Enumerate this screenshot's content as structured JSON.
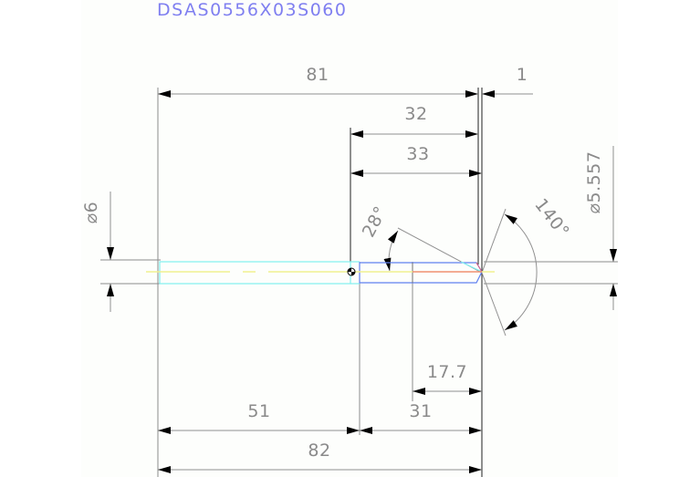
{
  "title": "DSAS0556X03S060",
  "colors": {
    "title": "#7f7ff0",
    "dimension_text": "#8a8a8a",
    "dimension_line": "#909090",
    "shank_outline": "#80f0f0",
    "body_outline": "#6080f0",
    "centerline": "#f0f090",
    "flute_line": "#f09070",
    "edge_line": "#202020",
    "background": "#fdfefc"
  },
  "dimensions": {
    "overall_top": "81",
    "tip_offset": "1",
    "body_32": "32",
    "body_33": "33",
    "shank_diameter": "⌀6",
    "drill_diameter": "⌀5.557",
    "point_angle": "140°",
    "helix_angle": "28°",
    "flute_17_7": "17.7",
    "shank_length": "51",
    "body_31": "31",
    "overall_bottom": "82"
  }
}
